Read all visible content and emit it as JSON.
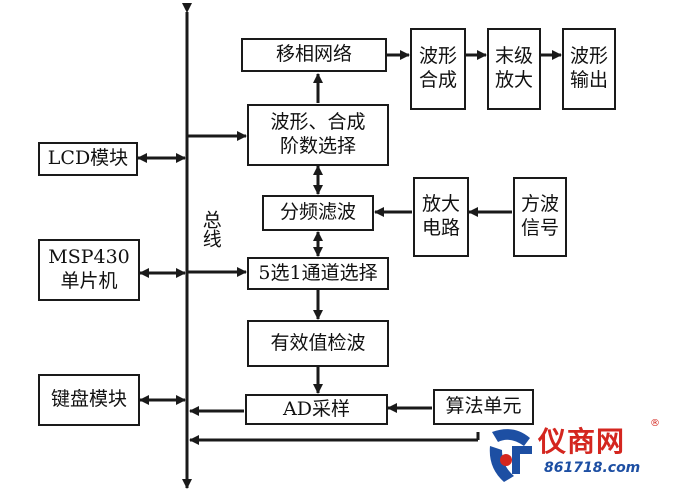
{
  "diagram": {
    "bus_label": "总线",
    "blocks": {
      "phase_shift": "移相网络",
      "wave_combine": "波形\n合成",
      "final_amp": "末级\n放大",
      "wave_output": "波形\n输出",
      "wave_select": "波形、合成\n阶数选择",
      "lcd": "LCD模块",
      "freq_filter": "分频滤波",
      "amp_circuit": "放大\n电路",
      "square_signal": "方波\n信号",
      "mcu": "MSP430\n单片机",
      "channel_select": "5选1通道选择",
      "rms_detect": "有效值检波",
      "keyboard": "键盘模块",
      "ad_sample": "AD采样",
      "algorithm": "算法单元"
    }
  },
  "watermark": {
    "name": "仪商网",
    "url": "861718.com",
    "reg": "®"
  }
}
